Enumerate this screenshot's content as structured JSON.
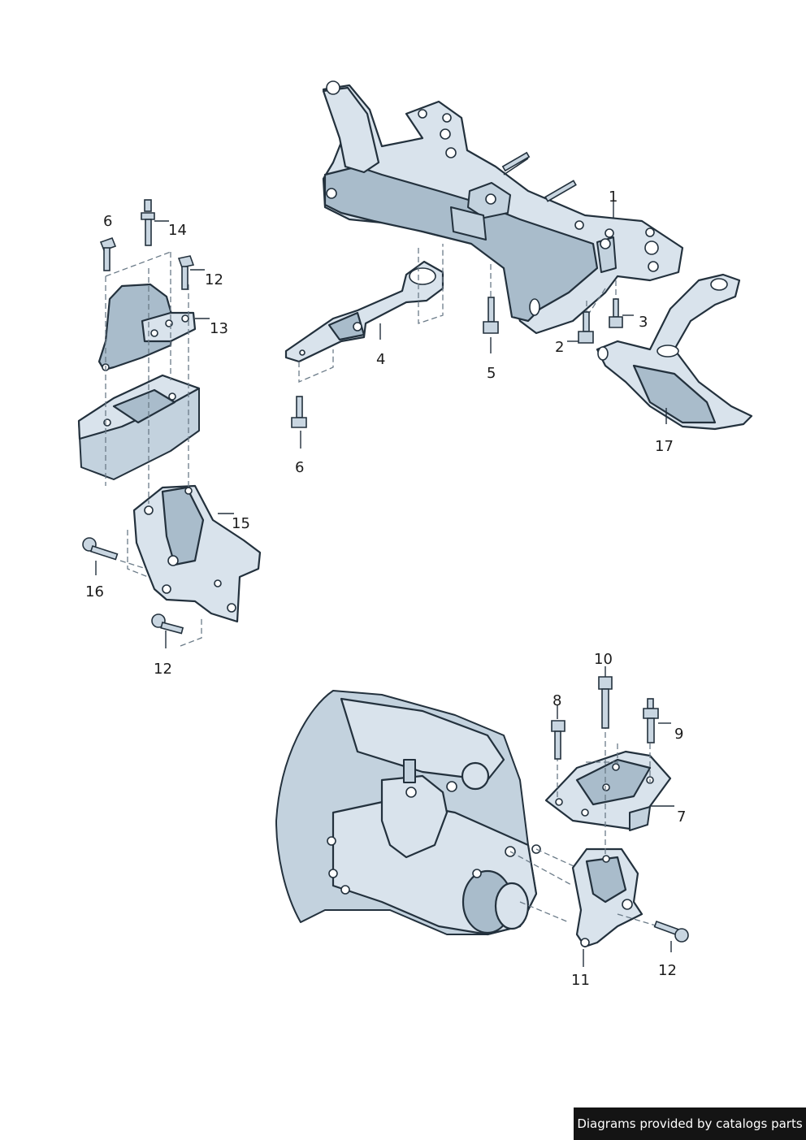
{
  "callouts": {
    "c1": "1",
    "c2": "2",
    "c3": "3",
    "c4": "4",
    "c5": "5",
    "c6a": "6",
    "c6b": "6",
    "c7": "7",
    "c8": "8",
    "c9": "9",
    "c10": "10",
    "c11": "11",
    "c12a": "12",
    "c12b": "12",
    "c12c": "12",
    "c13": "13",
    "c14": "14",
    "c15": "15",
    "c16": "16",
    "c17": "17"
  },
  "footer": {
    "credit": "Diagrams provided by catalogs parts"
  }
}
